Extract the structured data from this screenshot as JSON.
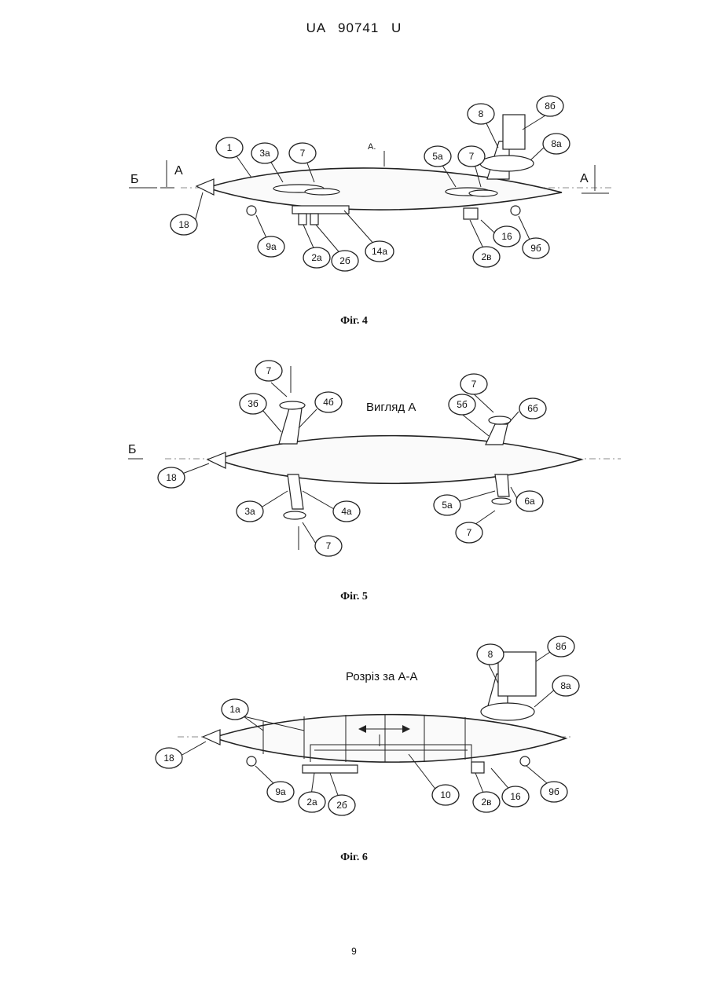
{
  "header": "UA  90741  U",
  "page_number": "9",
  "fig4": {
    "caption": "Фіг. 4",
    "view_letters": [
      "Б",
      "А",
      "А",
      "А."
    ],
    "labels": [
      "1",
      "3а",
      "7",
      "5а",
      "7",
      "8",
      "8б",
      "8а",
      "18",
      "9а",
      "2а",
      "2б",
      "14а",
      "16",
      "2в",
      "9б"
    ]
  },
  "fig5": {
    "caption": "Фіг. 5",
    "title": "Вигляд А",
    "view_letters": [
      "Б"
    ],
    "labels": [
      "7",
      "3б",
      "4б",
      "7",
      "5б",
      "6б",
      "18",
      "3а",
      "4а",
      "7",
      "5а",
      "6а",
      "7"
    ]
  },
  "fig6": {
    "caption": "Фіг. 6",
    "title": "Розріз за А-А",
    "labels": [
      "8",
      "8б",
      "8а",
      "1а",
      "18",
      "9а",
      "2а",
      "2б",
      "10",
      "2в",
      "16",
      "9б"
    ]
  }
}
